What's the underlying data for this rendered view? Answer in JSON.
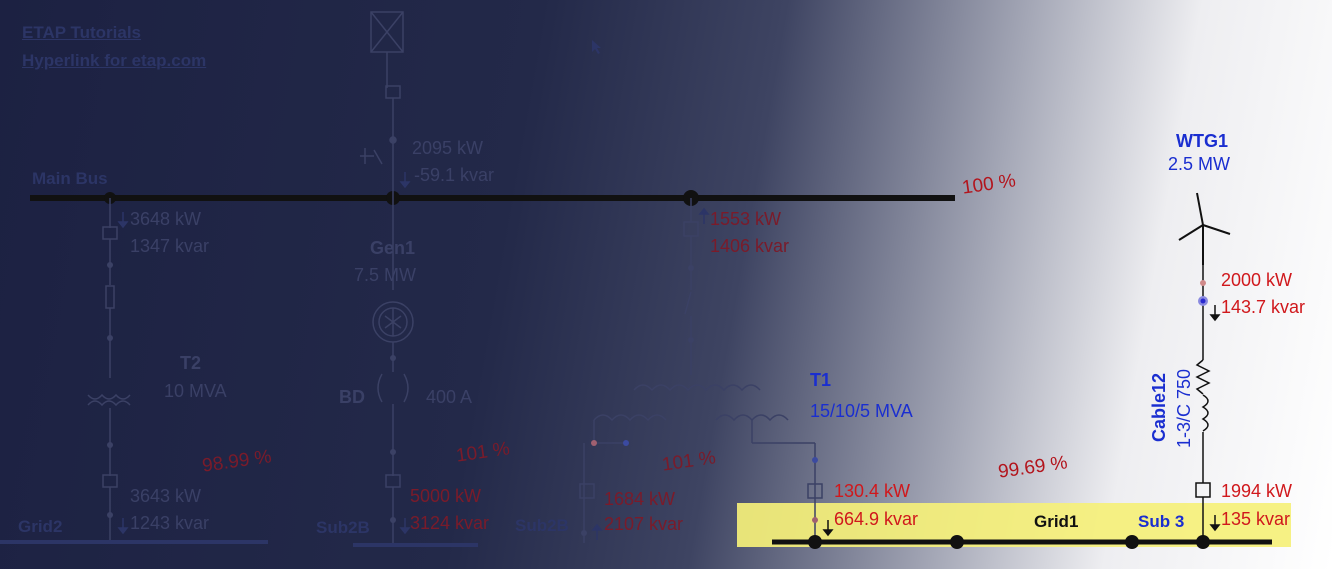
{
  "header": {
    "link1": "ETAP Tutorials",
    "link2": "Hyperlink for etap.com"
  },
  "buses": {
    "main": "Main Bus",
    "grid2": "Grid2",
    "sub2b_1": "Sub2B",
    "sub2b_2": "Sub2B",
    "grid1": "Grid1",
    "sub3": "Sub 3"
  },
  "percentages": {
    "main_bus": "100 %",
    "grid2": "98.99 %",
    "sub2b": "101 %",
    "mid": "101 %",
    "grid1": "99.69 %"
  },
  "flows": {
    "utility_kw": "2095 kW",
    "utility_kvar": "-59.1 kvar",
    "f1_kw": "3648 kW",
    "f1_kvar": "1347 kvar",
    "f2_kw": "1553 kW",
    "f2_kvar": "1406 kvar",
    "t2_out_kw": "3643 kW",
    "t2_out_kvar": "1243 kvar",
    "sub2b_kw": "5000 kW",
    "sub2b_kvar": "3124 kvar",
    "t1a_kw": "1684 kW",
    "t1a_kvar": "2107 kvar",
    "t1b_kw": "130.4 kW",
    "t1b_kvar": "664.9 kvar",
    "wtg_kw": "2000 kW",
    "wtg_kvar": "143.7 kvar",
    "sub3_kw": "1994 kW",
    "sub3_kvar": "135 kvar"
  },
  "equipment": {
    "gen1_name": "Gen1",
    "gen1_rating": "7.5 MW",
    "t2_name": "T2",
    "t2_rating": "10 MVA",
    "bd_name": "BD",
    "bd_rating": "400 A",
    "t1_name": "T1",
    "t1_rating": "15/10/5 MVA",
    "wtg_name": "WTG1",
    "wtg_rating": "2.5 MW",
    "cable_name": "Cable12",
    "cable_rating": "1-3/C 750"
  },
  "colors": {
    "highlight": "#f5f079",
    "bus": "#111111",
    "flow_red": "#d0181c",
    "equipment_blue": "#1a2ed0"
  }
}
